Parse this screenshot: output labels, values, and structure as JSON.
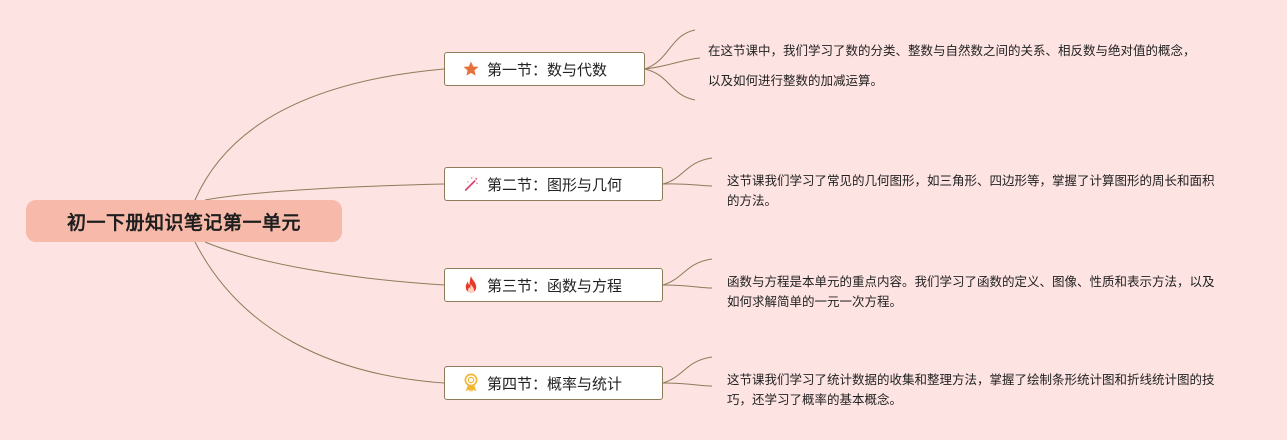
{
  "root": {
    "title": "初一下册知识笔记第一单元"
  },
  "sections": [
    {
      "title": "第一节：数与代数",
      "icon": "star-icon",
      "notes": [
        "在这节课中，我们学习了数的分类、整数与自然数之间的关系、相反数与绝对值的概念，",
        "以及如何进行整数的加减运算。"
      ]
    },
    {
      "title": "第二节：图形与几何",
      "icon": "magic-wand-icon",
      "notes": [
        "这节课我们学习了常见的几何图形，如三角形、四边形等，掌握了计算图形的周长和面积的方法。"
      ]
    },
    {
      "title": "第三节：函数与方程",
      "icon": "flame-icon",
      "notes": [
        "函数与方程是本单元的重点内容。我们学习了函数的定义、图像、性质和表示方法，以及如何求解简单的一元一次方程。"
      ]
    },
    {
      "title": "第四节：概率与统计",
      "icon": "award-ribbon-icon",
      "notes": [
        "这节课我们学习了统计数据的收集和整理方法，掌握了绘制条形统计图和折线统计图的技巧，还学习了概率的基本概念。"
      ]
    }
  ],
  "colors": {
    "background": "#fde3e1",
    "root_fill": "#f6b9aa",
    "connector": "#8b7d5a",
    "star": "#e8703a",
    "flame": "#e83a2a",
    "award": "#f2b630",
    "wand": "#d9406a"
  }
}
